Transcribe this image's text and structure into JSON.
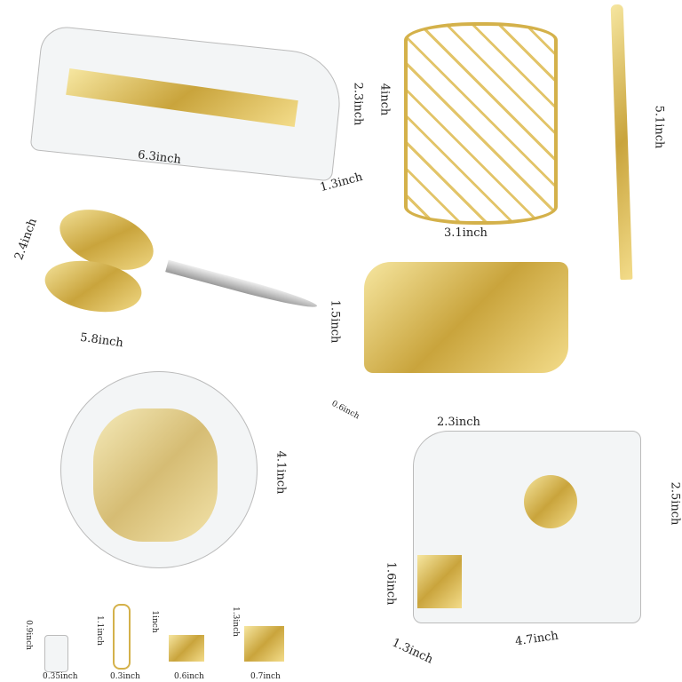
{
  "labels": {
    "stapler_length": "6.3inch",
    "stapler_height": "2.3inch",
    "stapler_width": "1.3inch",
    "holder_height": "4inch",
    "holder_diameter": "3.1inch",
    "pen_length": "5.1inch",
    "scissors_width": "2.4inch",
    "scissors_length": "5.8inch",
    "remover_height": "1.5inch",
    "remover_width": "0.6inch",
    "remover_length": "2.3inch",
    "box_diameter": "4.1inch",
    "dispenser_height": "2.5inch",
    "dispenser_front_height": "1.6inch",
    "dispenser_width": "1.3inch",
    "dispenser_length": "4.7inch",
    "pin_height": "0.9inch",
    "pin_width": "0.35inch",
    "clip_height": "1.1inch",
    "clip_width": "0.3inch",
    "small_binder_height": "1inch",
    "small_binder_width": "0.6inch",
    "large_binder_height": "1.3inch",
    "large_binder_width": "0.7inch"
  },
  "colors": {
    "gold": "#d4b14a",
    "text": "#222222"
  }
}
